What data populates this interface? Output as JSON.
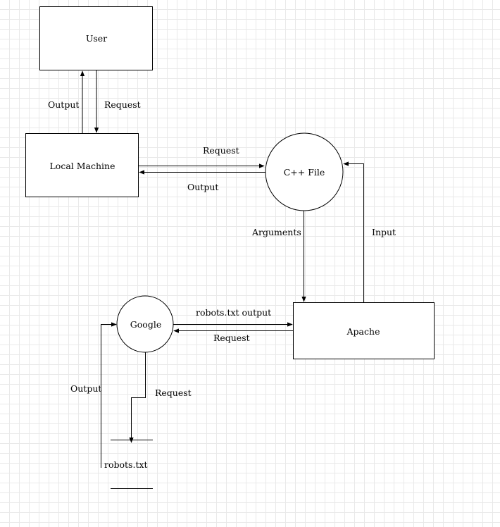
{
  "nodes": {
    "user": "User",
    "local_machine": "Local Machine",
    "cpp_file": "C++ File",
    "apache": "Apache",
    "google": "Google",
    "robots_store": "robots.txt"
  },
  "edges": {
    "user_to_local": "Request",
    "local_to_user": "Output",
    "local_to_cpp": "Request",
    "cpp_to_local": "Output",
    "cpp_to_apache": "Arguments",
    "apache_to_cpp": "Input",
    "google_to_apache": "robots.txt output",
    "apache_to_google": "Request",
    "google_to_store": "Request",
    "store_to_google": "Output"
  }
}
